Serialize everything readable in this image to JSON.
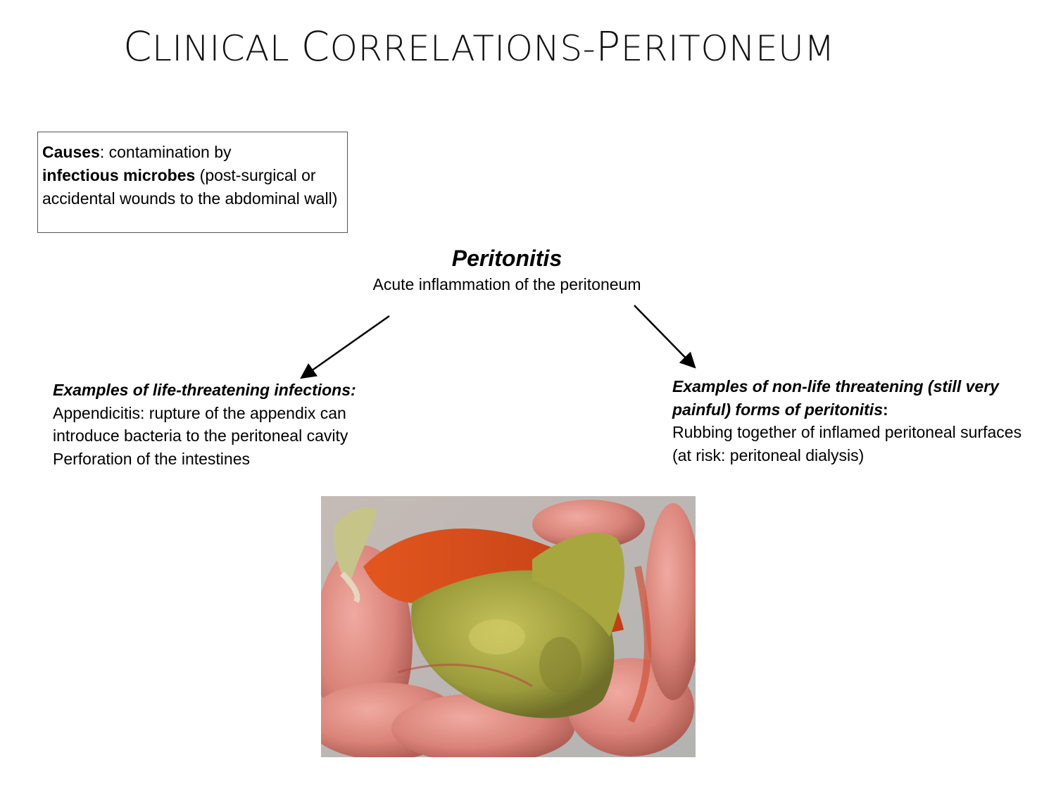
{
  "title": {
    "c1": "C",
    "r1": "LINICAL ",
    "c2": "C",
    "r2": "ORRELATIONS-",
    "c3": "P",
    "r3": "ERITONEUM"
  },
  "causes": {
    "label": "Causes",
    "t1": ": contamination by",
    "bold": "infectious microbes",
    "t2": " (post-surgical or accidental wounds to the abdominal wall)"
  },
  "center": {
    "heading": "Peritonitis",
    "subtitle": "Acute inflammation of the peritoneum"
  },
  "left": {
    "heading": "Examples of life-threatening infections:",
    "lines": [
      "Appendicitis: rupture of the appendix can",
      "introduce bacteria to the peritoneal cavity",
      "Perforation of the intestines"
    ]
  },
  "right": {
    "heading": "Examples of non-life threatening (still very painful) forms of peritonitis",
    "colon": ":",
    "body": "Rubbing together of inflamed peritoneal surfaces (at risk: peritoneal dialysis)"
  }
}
